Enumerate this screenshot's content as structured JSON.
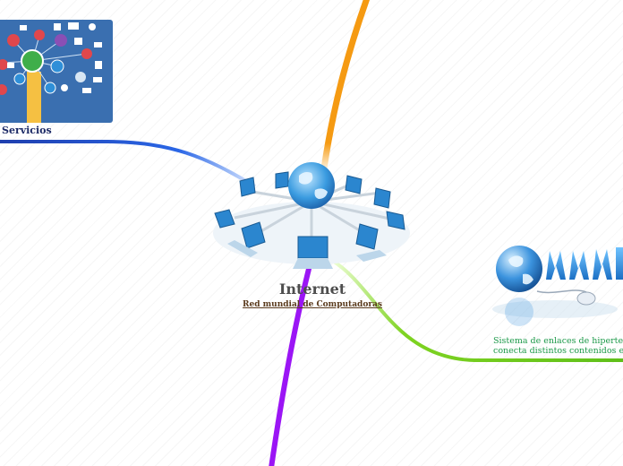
{
  "central_topic": {
    "title": "Internet",
    "subtitle": "Red mundial de Computadoras"
  },
  "branches": [
    {
      "id": "servicios",
      "label": "Servicios",
      "color": "#1f4fc7",
      "image": "services-icons-illustration"
    },
    {
      "id": "www",
      "lines": [
        "Sistema de enlaces de hipertextos",
        "conecta distintos contenidos en la"
      ],
      "color": "#7ed321",
      "image": "www-globe-mouse-illustration"
    },
    {
      "id": "orange-branch",
      "color": "#f59a12"
    },
    {
      "id": "purple-branch",
      "color": "#9b15f5"
    }
  ],
  "colors": {
    "background": "#ffffff",
    "title": "#4d4d4d",
    "subtitle": "#5a3a1c",
    "servicios_label": "#1c2a66",
    "www_text": "#1d9a4a"
  }
}
